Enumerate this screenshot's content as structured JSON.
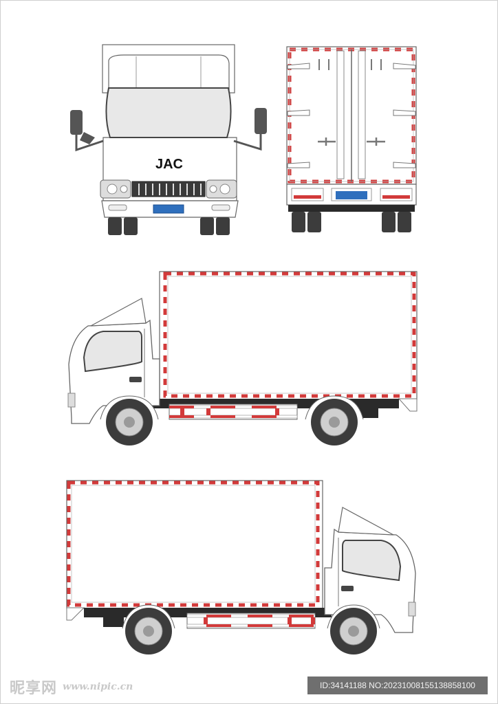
{
  "brand_text": "JAC",
  "colors": {
    "stripe_red": "#d23a3a",
    "body_white": "#ffffff",
    "outline": "#555555",
    "glass_gray": "#e7e7e7",
    "tire_dark": "#3c3c3c",
    "plate_blue": "#2f6fbd",
    "chassis_black": "#2a2a2a",
    "background": "#ffffff"
  },
  "views": [
    {
      "name": "front view"
    },
    {
      "name": "rear view"
    },
    {
      "name": "left side view"
    },
    {
      "name": "right side view"
    }
  ],
  "watermark": {
    "brand": "昵享网",
    "url": "www.nipic.cn",
    "id_text": "ID:34141188 NO:20231008155138858100"
  }
}
